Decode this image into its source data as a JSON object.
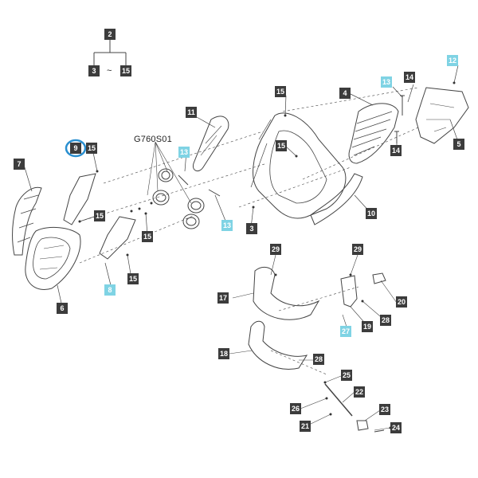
{
  "diagram": {
    "model_code": "G760S01",
    "tilde": "~",
    "callouts": {
      "c2": "2",
      "c3": "3",
      "c15_top": "15",
      "c11": "11",
      "c15_a": "15",
      "c4": "4",
      "c13_a": "13",
      "c14_a": "14",
      "c12": "12",
      "c7": "7",
      "c9": "9",
      "c15_b": "15",
      "c13_b": "13",
      "c15_c": "15",
      "c14_b": "14",
      "c5": "5",
      "c15_d": "15",
      "c15_e": "15",
      "c13_c": "13",
      "c10": "10",
      "c3_b": "3",
      "c8": "8",
      "c15_f": "15",
      "c6": "6",
      "c29_a": "29",
      "c29_b": "29",
      "c17": "17",
      "c20": "20",
      "c27": "27",
      "c19": "19",
      "c28_a": "28",
      "c18": "18",
      "c28_b": "28",
      "c25": "25",
      "c22": "22",
      "c26": "26",
      "c23": "23",
      "c21": "21",
      "c24": "24"
    },
    "highlight_color": "#7fd3e4",
    "selection_ring_color": "#2a8fd0"
  }
}
